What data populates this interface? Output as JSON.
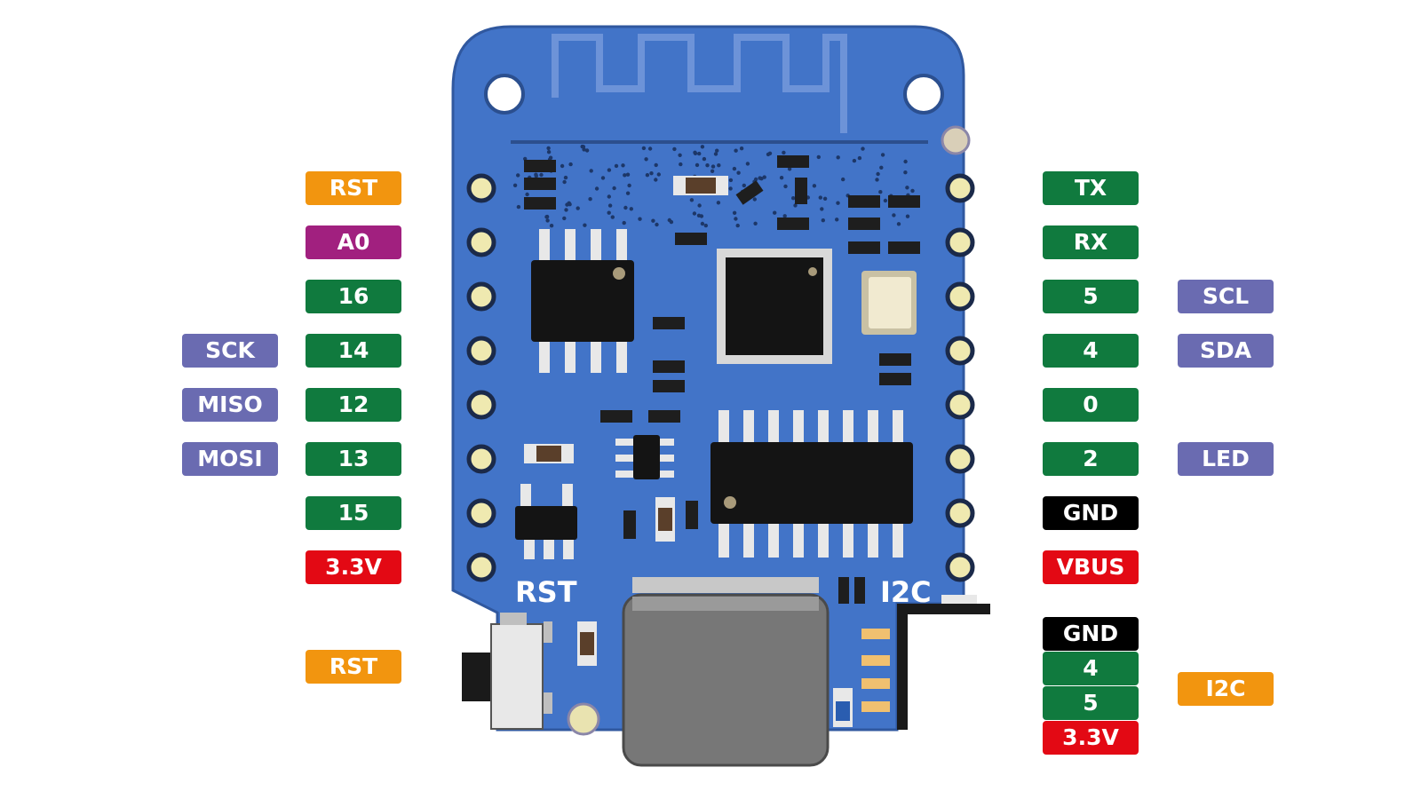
{
  "colors": {
    "board": "#4274c8",
    "rst": "#f2950f",
    "analog": "#a1207f",
    "gpio": "#107a3e",
    "func": "#6a6bb1",
    "gnd": "#000000",
    "power": "#e30914"
  },
  "board": {
    "silk_rst": "RST",
    "silk_i2c": "I2C"
  },
  "left_header": {
    "pins": [
      {
        "label": "RST",
        "kind": "rst"
      },
      {
        "label": "A0",
        "kind": "analog"
      },
      {
        "label": "16",
        "kind": "gpio"
      },
      {
        "label": "14",
        "kind": "gpio",
        "func": "SCK"
      },
      {
        "label": "12",
        "kind": "gpio",
        "func": "MISO"
      },
      {
        "label": "13",
        "kind": "gpio",
        "func": "MOSI"
      },
      {
        "label": "15",
        "kind": "gpio"
      },
      {
        "label": "3.3V",
        "kind": "power"
      }
    ],
    "button": "RST"
  },
  "right_header": {
    "pins": [
      {
        "label": "TX",
        "kind": "gpio"
      },
      {
        "label": "RX",
        "kind": "gpio"
      },
      {
        "label": "5",
        "kind": "gpio",
        "func": "SCL"
      },
      {
        "label": "4",
        "kind": "gpio",
        "func": "SDA"
      },
      {
        "label": "0",
        "kind": "gpio"
      },
      {
        "label": "2",
        "kind": "gpio",
        "func": "LED"
      },
      {
        "label": "GND",
        "kind": "gnd"
      },
      {
        "label": "VBUS",
        "kind": "power"
      }
    ]
  },
  "i2c_connector": {
    "name": "I2C",
    "pins": [
      {
        "label": "GND",
        "kind": "gnd"
      },
      {
        "label": "4",
        "kind": "gpio"
      },
      {
        "label": "5",
        "kind": "gpio"
      },
      {
        "label": "3.3V",
        "kind": "power"
      }
    ]
  }
}
